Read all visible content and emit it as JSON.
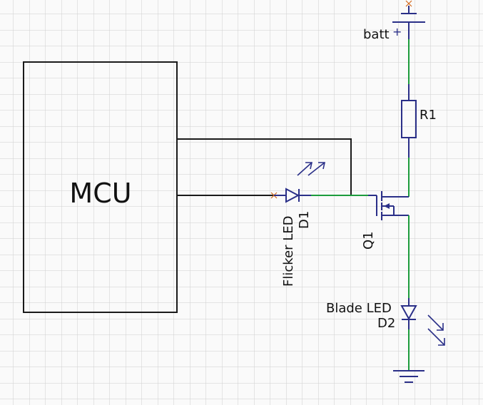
{
  "components": {
    "mcu": {
      "label": "MCU"
    },
    "battery": {
      "label": "batt",
      "polarity": "+"
    },
    "r1": {
      "ref": "R1"
    },
    "d1": {
      "name": "Flicker LED",
      "ref": "D1"
    },
    "q1": {
      "ref": "Q1"
    },
    "d2": {
      "name": "Blade LED",
      "ref": "D2"
    }
  },
  "colors": {
    "background": "#fafafa",
    "grid": "#cfcfcf",
    "wire_black": "#1a1a1a",
    "wire_green": "#1c9c3c",
    "component": "#2a2f88",
    "pin_marker": "#d2691e"
  }
}
